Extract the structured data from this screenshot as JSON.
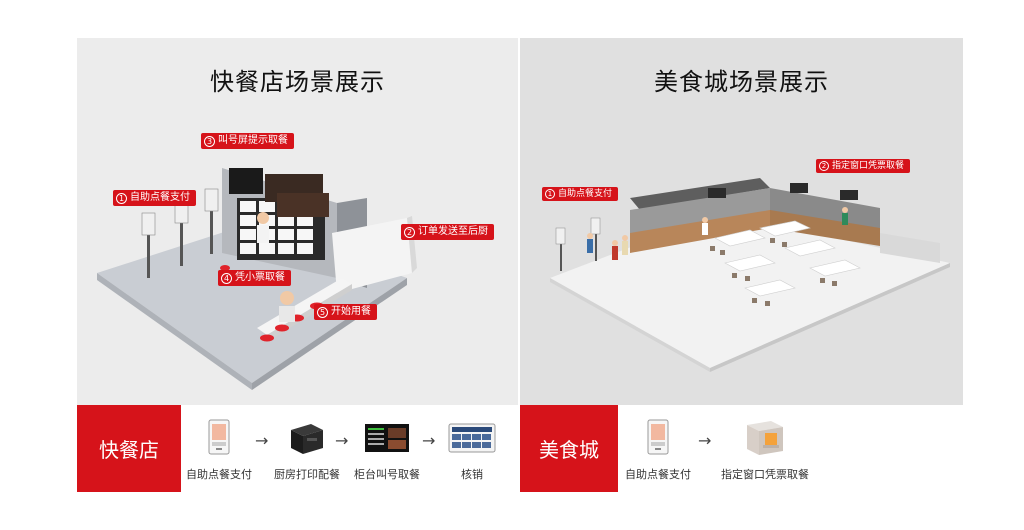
{
  "left": {
    "title": "快餐店场景展示",
    "callouts": [
      {
        "num": "1",
        "text": "自助点餐支付"
      },
      {
        "num": "2",
        "text": "订单发送至后厨"
      },
      {
        "num": "3",
        "text": "叫号屏提示取餐"
      },
      {
        "num": "4",
        "text": "凭小票取餐"
      },
      {
        "num": "5",
        "text": "开始用餐"
      }
    ],
    "bar_label": "快餐店",
    "steps": [
      {
        "label": "自助点餐支付",
        "icon": "kiosk-icon"
      },
      {
        "label": "厨房打印配餐",
        "icon": "printer-icon"
      },
      {
        "label": "柜台叫号取餐",
        "icon": "menu-screen-icon"
      },
      {
        "label": "核销",
        "icon": "verify-tablet-icon"
      }
    ],
    "arrow": "→"
  },
  "right": {
    "title": "美食城场景展示",
    "callouts": [
      {
        "num": "1",
        "text": "自助点餐支付"
      },
      {
        "num": "2",
        "text": "指定窗口凭票取餐"
      }
    ],
    "bar_label": "美食城",
    "steps": [
      {
        "label": "自助点餐支付",
        "icon": "kiosk-icon"
      },
      {
        "label": "指定窗口凭票取餐",
        "icon": "pickup-window-icon"
      }
    ],
    "arrow": "→"
  },
  "colors": {
    "accent": "#d6131a",
    "panel_left_bg": "#ececec",
    "panel_right_bg": "#e0e0e0"
  }
}
